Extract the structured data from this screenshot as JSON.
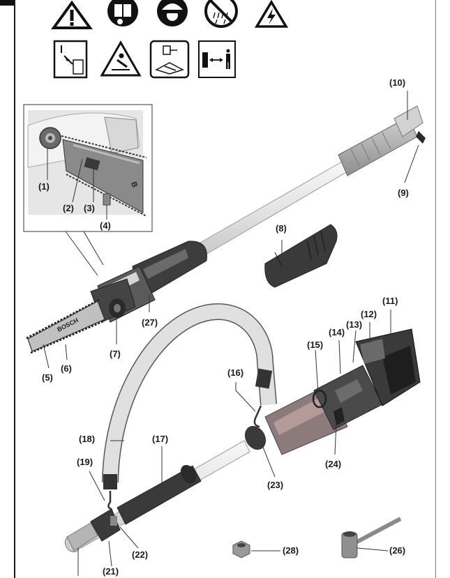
{
  "icons_row1": [
    {
      "name": "warning-triangle-icon"
    },
    {
      "name": "read-manual-icon"
    },
    {
      "name": "wear-protection-icon"
    },
    {
      "name": "no-rain-icon"
    },
    {
      "name": "electric-hazard-icon"
    }
  ],
  "icons_row2": [
    {
      "name": "battery-removal-icon"
    },
    {
      "name": "falling-object-icon"
    },
    {
      "name": "maintenance-manual-icon"
    },
    {
      "name": "keep-distance-icon"
    }
  ],
  "brand_text": "BOSCH",
  "callouts": {
    "c1": "(1)",
    "c2": "(2)",
    "c3": "(3)",
    "c4": "(4)",
    "c5": "(5)",
    "c6": "(6)",
    "c7": "(7)",
    "c8": "(8)",
    "c9": "(9)",
    "c10": "(10)",
    "c11": "(11)",
    "c12": "(12)",
    "c13": "(13)",
    "c14": "(14)",
    "c15": "(15)",
    "c16": "(16)",
    "c17": "(17)",
    "c18": "(18)",
    "c19": "(19)",
    "c21": "(21)",
    "c22": "(22)",
    "c23": "(23)",
    "c24": "(24)",
    "c26": "(26)",
    "c27": "(27)",
    "c28": "(28)"
  },
  "colors": {
    "dark_grey": "#3a3a3a",
    "mid_grey": "#8a8a8a",
    "light_grey": "#c9c9c9",
    "pole_white": "#ececec",
    "accent_red": "#9a4a4a"
  }
}
